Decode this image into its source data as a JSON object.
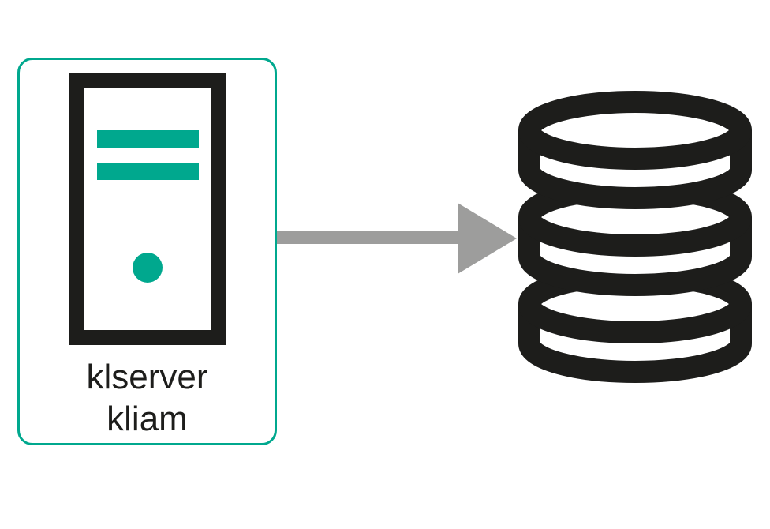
{
  "diagram": {
    "nodes": {
      "server": {
        "label_lines": [
          "klserver",
          "kliam"
        ],
        "icon": "server-tower-icon"
      },
      "database": {
        "icon": "database-icon",
        "disk_count": 3
      }
    },
    "connection": {
      "from": "server",
      "to": "database",
      "icon": "arrow-right-icon",
      "direction": "right"
    },
    "colors": {
      "teal": "#00a88e",
      "black": "#1d1d1b",
      "gray": "#9d9d9c",
      "white": "#ffffff"
    }
  }
}
